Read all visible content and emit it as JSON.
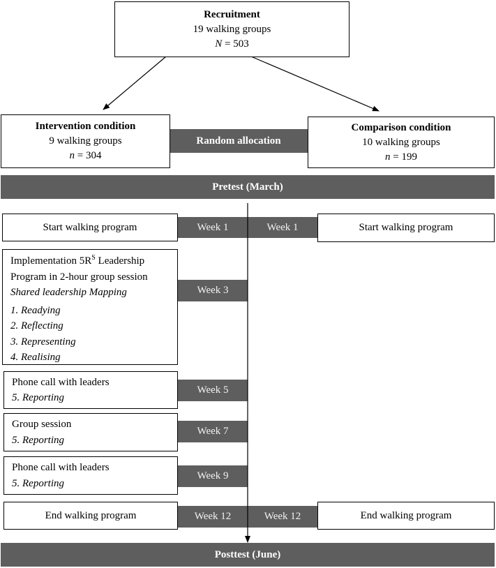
{
  "recruitment": {
    "title": "Recruitment",
    "groups": "19 walking groups",
    "n_label": "N",
    "n_value": " = 503"
  },
  "intervention": {
    "title": "Intervention condition",
    "groups": "9 walking groups",
    "n_label": "n",
    "n_value": " = 304"
  },
  "comparison": {
    "title": "Comparison condition",
    "groups": "10 walking groups",
    "n_label": "n",
    "n_value": " = 199"
  },
  "random_allocation": "Random allocation",
  "pretest": "Pretest (March)",
  "posttest": "Posttest (June)",
  "start": {
    "left_label": "Start walking program",
    "left_week": "Week 1",
    "right_week": "Week 1",
    "right_label": "Start walking program"
  },
  "implementation": {
    "line1_pre": "Implementation 5R",
    "line1_sup": "S",
    "line1_post": " Leadership",
    "line2": "Program in 2-hour group session",
    "line3": "Shared leadership Mapping",
    "steps": [
      "1. Readying",
      "2. Reflecting",
      "3. Representing",
      "4. Realising"
    ],
    "week": "Week 3"
  },
  "phone_call_1": {
    "title": "Phone call with leaders",
    "step": "5. Reporting",
    "week": "Week 5"
  },
  "group_session": {
    "title": "Group session",
    "step": "5. Reporting",
    "week": "Week 7"
  },
  "phone_call_2": {
    "title": "Phone call with leaders",
    "step": "5. Reporting",
    "week": "Week 9"
  },
  "end": {
    "left_label": "End walking program",
    "left_week": "Week 12",
    "right_week": "Week 12",
    "right_label": "End walking program"
  }
}
